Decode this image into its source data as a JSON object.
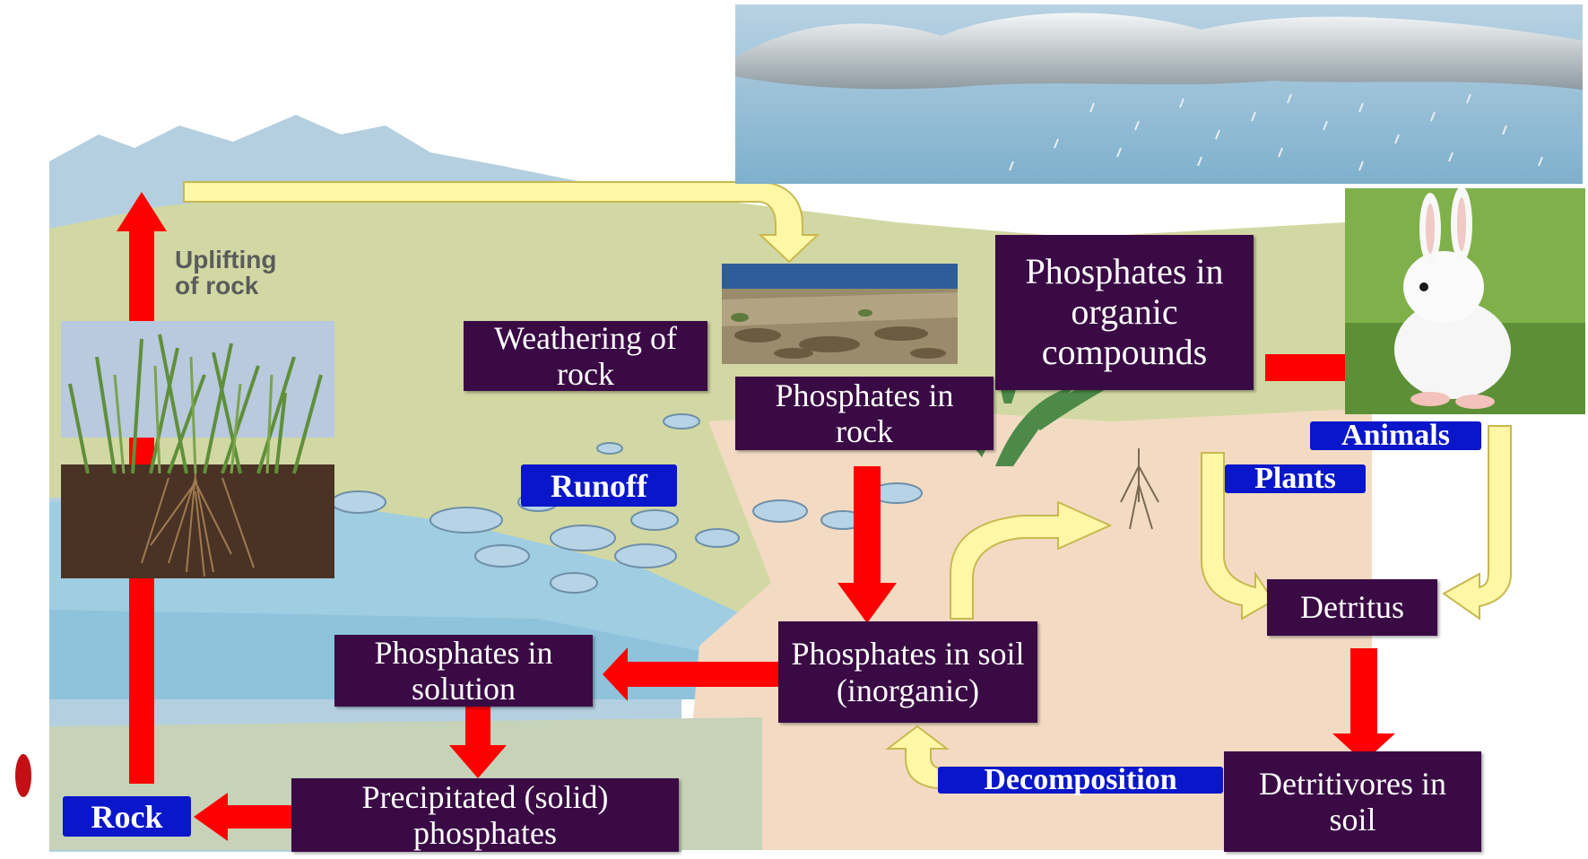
{
  "background_labels": {
    "uplifting_line1": "Uplifting",
    "uplifting_line2": "of rock"
  },
  "boxes": {
    "weathering": "Weathering of rock",
    "phosphates_in_rock": "Phosphates in rock",
    "phosphates_organic": "Phosphates in organic compounds",
    "phosphates_solution": "Phosphates in solution",
    "phosphates_soil": "Phosphates in soil (inorganic)",
    "precipitated": "Precipitated (solid) phosphates",
    "detritus": "Detritus",
    "detritivores": "Detritivores in soil"
  },
  "tags": {
    "runoff": "Runoff",
    "animals": "Animals",
    "plants": "Plants",
    "decomposition": "Decomposition",
    "rock": "Rock"
  },
  "colors": {
    "box_fill": "#3a0a45",
    "tag_fill": "#0a16c9",
    "arrow_red": "#ff0000",
    "arrow_yellow": "#fdf7a6",
    "land": "#d2d8a3",
    "water": "#a4cfe3",
    "sand": "#f3dbc3"
  }
}
